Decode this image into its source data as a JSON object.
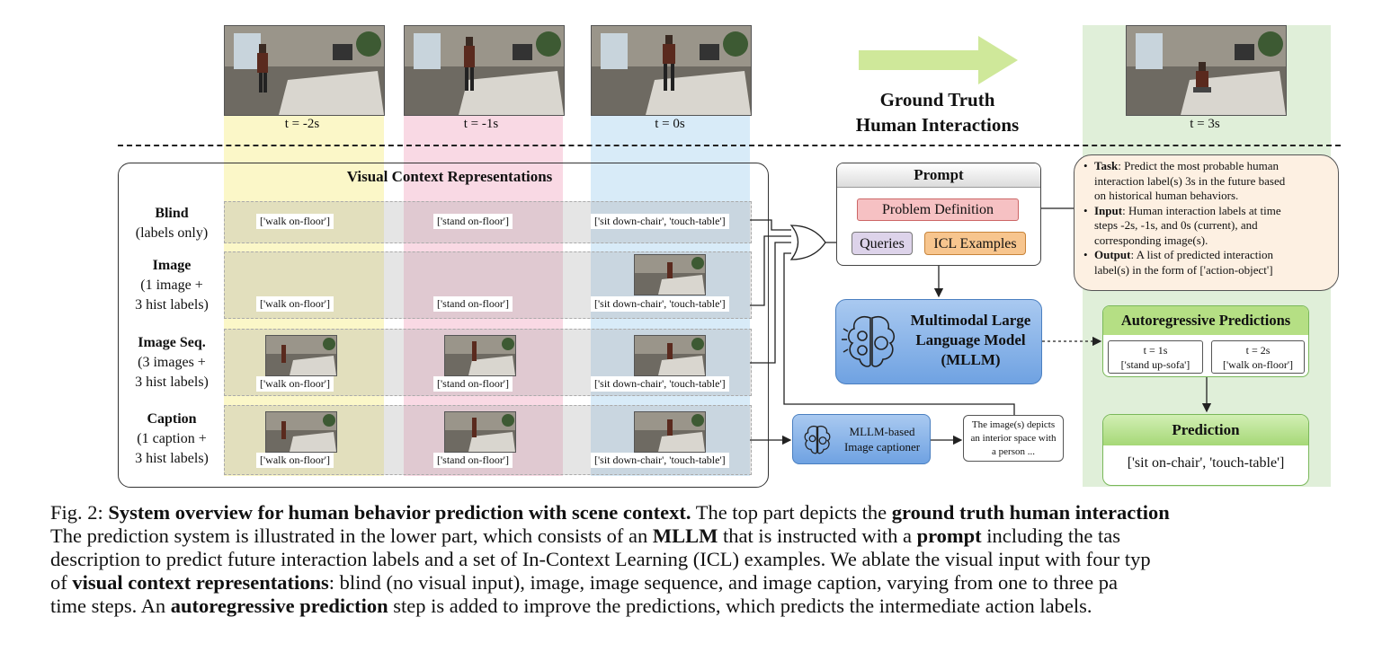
{
  "top": {
    "frames": [
      {
        "label": "t = -2s"
      },
      {
        "label": "t = -1s"
      },
      {
        "label": "t = 0s"
      },
      {
        "label": "t = 3s"
      }
    ],
    "ground_truth": {
      "line1": "Ground Truth",
      "line2": "Human Interactions"
    }
  },
  "visual_context": {
    "title": "Visual Context Representations",
    "rows": [
      {
        "name": "Blind",
        "sub1": "(labels only)",
        "sub2": "",
        "labels": [
          "['walk on-floor']",
          "['stand on-floor']",
          "['sit down-chair', 'touch-table']"
        ]
      },
      {
        "name": "Image",
        "sub1": "(1 image +",
        "sub2": "3 hist labels)",
        "labels": [
          "['walk on-floor']",
          "['stand on-floor']",
          "['sit down-chair', 'touch-table']"
        ]
      },
      {
        "name": "Image Seq.",
        "sub1": "(3 images +",
        "sub2": "3 hist labels)",
        "labels": [
          "['walk on-floor']",
          "['stand on-floor']",
          "['sit down-chair', 'touch-table']"
        ]
      },
      {
        "name": "Caption",
        "sub1": "(1 caption +",
        "sub2": "3 hist labels)",
        "labels": [
          "['walk on-floor']",
          "['stand on-floor']",
          "['sit down-chair', 'touch-table']"
        ]
      }
    ]
  },
  "prompt": {
    "title": "Prompt",
    "problem_definition": "Problem Definition",
    "queries": "Queries",
    "icl_examples": "ICL Examples"
  },
  "task_box": {
    "items": [
      {
        "head": "Task",
        "lines": [
          ": Predict the most probable human",
          "interaction label(s) 3s in the future based",
          "on historical human behaviors."
        ]
      },
      {
        "head": "Input",
        "lines": [
          ": Human interaction labels at time",
          "steps -2s, -1s, and 0s (current), and",
          "corresponding image(s)."
        ]
      },
      {
        "head": "Output",
        "lines": [
          ": A list of predicted interaction",
          "label(s) in the form of ['action-object']"
        ]
      }
    ]
  },
  "mllm": {
    "line1": "Multimodal Large",
    "line2": "Language Model",
    "line3": "(MLLM)"
  },
  "captioner": {
    "line1": "MLLM-based",
    "line2": "Image captioner"
  },
  "caption_output": {
    "line1": "The image(s) depicts",
    "line2": "an interior space with",
    "line3": "a person ..."
  },
  "autoregressive": {
    "title": "Autoregressive Predictions",
    "steps": [
      {
        "t": "t = 1s",
        "label": "['stand up-sofa']"
      },
      {
        "t": "t = 2s",
        "label": "['walk on-floor']"
      }
    ]
  },
  "prediction": {
    "title": "Prediction",
    "value": "['sit on-chair', 'touch-table']"
  },
  "caption": {
    "l1a": "Fig. 2: ",
    "l1b": "System overview for human behavior prediction with scene context.",
    "l1c": " The top part depicts the ",
    "l1d": "ground truth human interaction",
    "l2a": "The prediction system is illustrated in the lower part, which consists of an ",
    "l2b": "MLLM",
    "l2c": " that is instructed with a ",
    "l2d": "prompt",
    "l2e": " including the tas",
    "l3": "description to predict future interaction labels and a set of In-Context Learning (ICL) examples. We ablate the visual input with four typ",
    "l4a": "of ",
    "l4b": "visual context representations",
    "l4c": ": blind (no visual input), image, image sequence, and image caption, varying from one to three pa",
    "l5a": "time steps. An ",
    "l5b": "autoregressive prediction",
    "l5c": " step is added to improve the predictions, which predicts the intermediate action labels."
  },
  "colors": {
    "band_yellow": "#fbf7c8",
    "band_pink": "#f9d9e4",
    "band_blue": "#d8ebf8",
    "band_green": "#e0efd9",
    "arrow_green": "#cfe89a",
    "mllm_blue": "#7fb0e8",
    "auto_green": "#b5df84",
    "problem_red": "#f6c1c3",
    "queries_purple": "#ddd3ea",
    "icl_orange": "#f7c58e",
    "task_cream": "#fdf0e2"
  }
}
